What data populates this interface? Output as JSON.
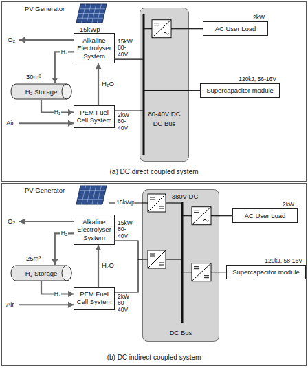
{
  "diagram": {
    "nodes": [
      {
        "text": [
          "(a) DC direct coupled system"
        ]
      },
      {
        "text": [
          "PV Generator",
          "15kWp"
        ],
        "in": 0
      },
      {
        "text": [
          "Alkaline Electrolyser System"
        ],
        "in": 0
      },
      {
        "text": [
          "H₂ Storage"
        ],
        "in": 0
      },
      {
        "text": [
          "PEM Fuel Cell System"
        ],
        "in": 0
      },
      {
        "text": [
          "80-40V DC",
          "DC Bus"
        ],
        "in": 0
      },
      {
        "text": [
          "AC User Load"
        ],
        "in": 0
      },
      {
        "text": [
          "Supercapacitor module"
        ],
        "in": 0
      },
      {
        "text": [
          "(b) DC indirect coupled system"
        ]
      },
      {
        "text": [
          "PV Generator"
        ],
        "in": 8
      },
      {
        "text": [
          "Alkaline Electrolyser System"
        ],
        "in": 8
      },
      {
        "text": [
          "H₂ Storage"
        ],
        "in": 8
      },
      {
        "text": [
          "PEM Fuel Cell System"
        ],
        "in": 8
      },
      {
        "text": [
          "380V DC",
          "DC Bus"
        ],
        "in": 8
      },
      {
        "text": [
          "AC User Load"
        ],
        "in": 8
      },
      {
        "text": [
          "Supercapacitor module"
        ],
        "in": 8
      }
    ],
    "edges": [
      {
        "from": 2,
        "to": 3,
        "arrow": "to",
        "label": "H₂"
      },
      {
        "from": 3,
        "to": 4,
        "arrow": "to",
        "label": "H₂"
      },
      {
        "from": 2,
        "to": 5,
        "arrow": "none",
        "label": "15kW 80-40V"
      },
      {
        "from": 4,
        "to": 5,
        "arrow": "none",
        "label": "2kW 80-40V"
      },
      {
        "from": 5,
        "to": 6,
        "arrow": "none",
        "label": "2kW"
      },
      {
        "from": 5,
        "to": 7,
        "arrow": "none",
        "label": "120kJ, 56-16V"
      },
      {
        "from": 10,
        "to": 11,
        "arrow": "to",
        "label": "H₂"
      },
      {
        "from": 11,
        "to": 12,
        "arrow": "to",
        "label": "H₂"
      },
      {
        "from": 9,
        "to": 13,
        "arrow": "none",
        "label": "15kWp"
      },
      {
        "from": 10,
        "to": 13,
        "arrow": "none",
        "label": "15kW 80-40V"
      },
      {
        "from": 12,
        "to": 13,
        "arrow": "none",
        "label": "2kW 80-40V"
      },
      {
        "from": 13,
        "to": 14,
        "arrow": "none",
        "label": "2kW"
      },
      {
        "from": 13,
        "to": 15,
        "arrow": "none",
        "label": "120kJ, 58-16V"
      }
    ],
    "labels": [
      "O₂",
      "30m³",
      "H₂O",
      "Air",
      "O₂",
      "25m³",
      "H₂O",
      "Air"
    ]
  }
}
